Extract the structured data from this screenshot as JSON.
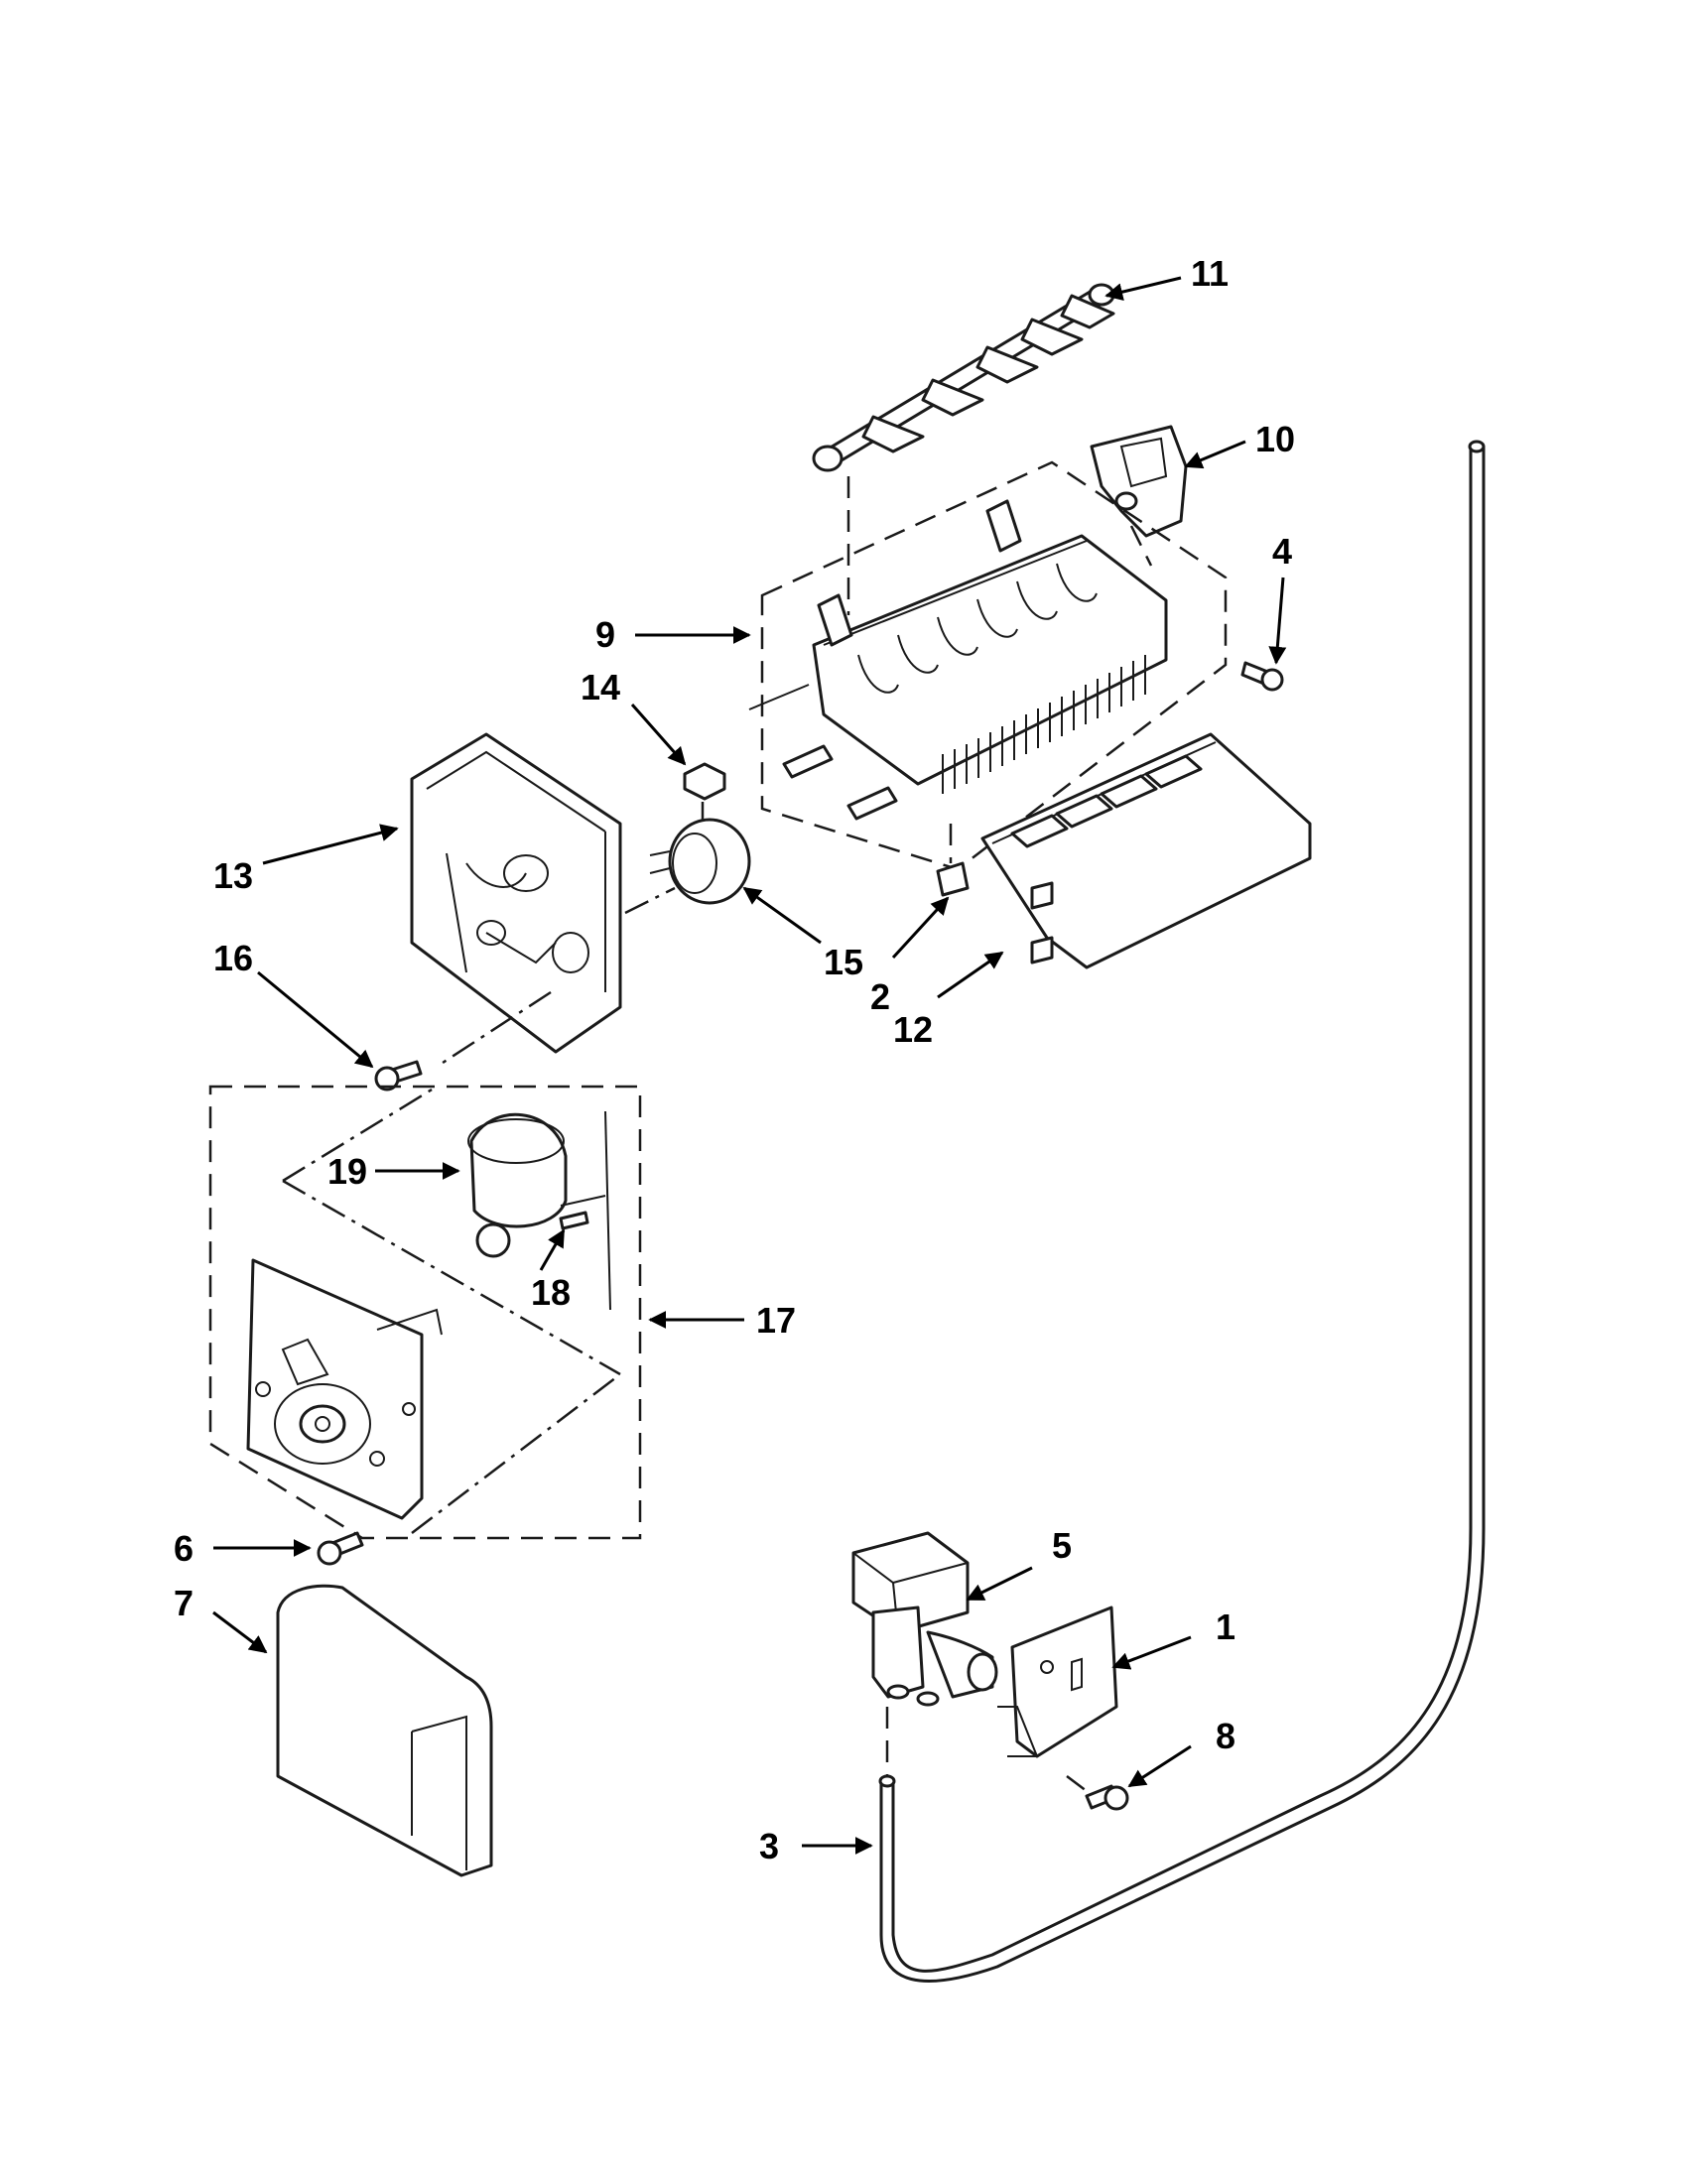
{
  "diagram": {
    "callouts": [
      {
        "id": "11",
        "label": "11"
      },
      {
        "id": "10",
        "label": "10"
      },
      {
        "id": "4",
        "label": "4"
      },
      {
        "id": "9",
        "label": "9"
      },
      {
        "id": "14",
        "label": "14"
      },
      {
        "id": "13",
        "label": "13"
      },
      {
        "id": "15",
        "label": "15"
      },
      {
        "id": "2",
        "label": "2"
      },
      {
        "id": "12",
        "label": "12"
      },
      {
        "id": "16",
        "label": "16"
      },
      {
        "id": "19",
        "label": "19"
      },
      {
        "id": "18",
        "label": "18"
      },
      {
        "id": "17",
        "label": "17"
      },
      {
        "id": "6",
        "label": "6"
      },
      {
        "id": "7",
        "label": "7"
      },
      {
        "id": "5",
        "label": "5"
      },
      {
        "id": "1",
        "label": "1"
      },
      {
        "id": "8",
        "label": "8"
      },
      {
        "id": "3",
        "label": "3"
      }
    ],
    "line_color": "#1a1a1a",
    "background": "#ffffff"
  }
}
